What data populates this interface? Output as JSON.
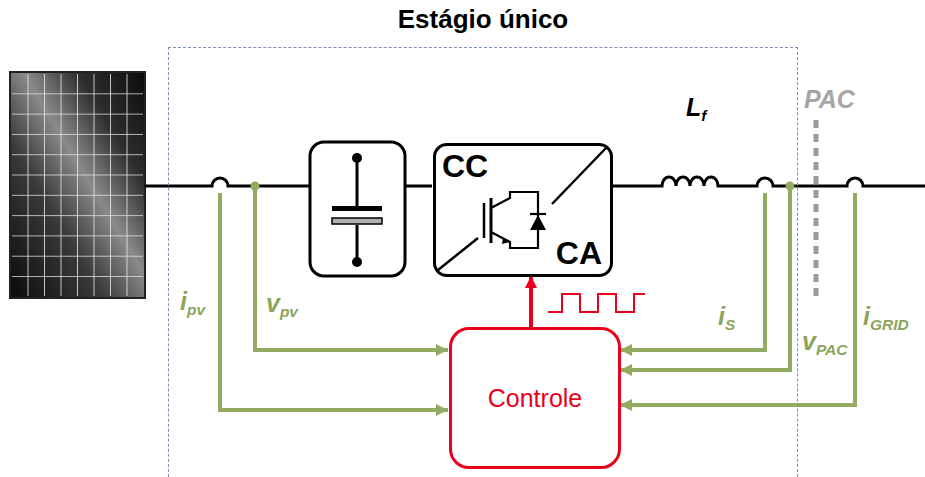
{
  "diagram": {
    "nodes": [
      {
        "text": [
          "Estágio único"
        ]
      },
      {
        "text": [
          "CC",
          "CA"
        ],
        "in": 0
      },
      {
        "text": [
          "Controle"
        ],
        "in": 0
      }
    ],
    "edges": [
      {
        "from": 2,
        "to": 1,
        "arrow": "to"
      }
    ],
    "labels": [
      "ipv",
      "vpv",
      "Lf",
      "PAC",
      "iS",
      "vPAC",
      "iGRID"
    ]
  }
}
